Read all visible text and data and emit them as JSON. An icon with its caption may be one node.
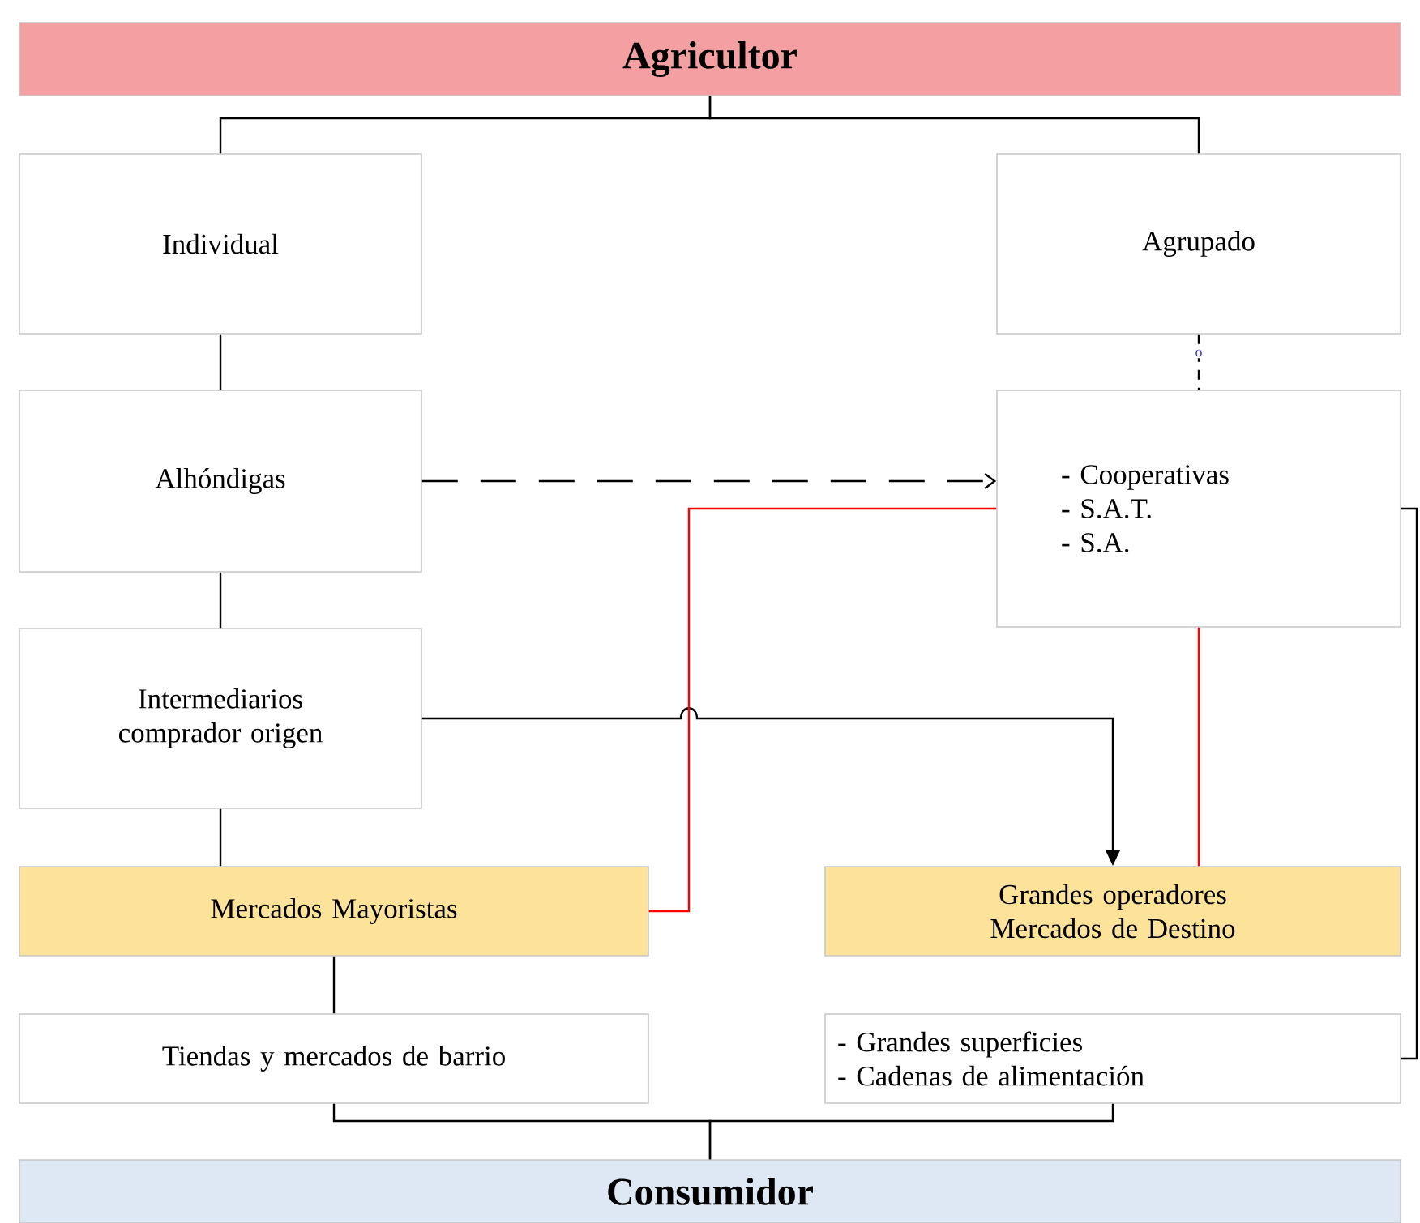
{
  "diagram": {
    "nodes": [
      {
        "text": [
          "Agricultor"
        ]
      },
      {
        "text": [
          "Individual"
        ]
      },
      {
        "text": [
          "Agrupado"
        ]
      },
      {
        "text": [
          "Alhóndigas"
        ]
      },
      {
        "text": [
          "- Cooperativas",
          "- S.A.T.",
          "- S.A."
        ]
      },
      {
        "text": [
          "Intermediarios comprador origen"
        ]
      },
      {
        "text": [
          "Mercados Mayoristas"
        ]
      },
      {
        "text": [
          "Grandes operadores Mercados de Destino"
        ]
      },
      {
        "text": [
          "Tiendas y mercados de barrio"
        ]
      },
      {
        "text": [
          "- Grandes superficies",
          "- Cadenas de alimentación"
        ]
      },
      {
        "text": [
          "Consumidor"
        ]
      }
    ],
    "edges": [
      {
        "from": 0,
        "to": 1,
        "arrow": "none"
      },
      {
        "from": 0,
        "to": 2,
        "arrow": "none"
      },
      {
        "from": 1,
        "to": 3,
        "arrow": "none"
      },
      {
        "from": 3,
        "to": 5,
        "arrow": "none"
      },
      {
        "from": 5,
        "to": 6,
        "arrow": "none"
      },
      {
        "from": 2,
        "to": 4,
        "arrow": "none",
        "style": "dashed",
        "label": "o"
      },
      {
        "from": 3,
        "to": 4,
        "arrow": "to",
        "style": "dashed"
      },
      {
        "from": 5,
        "to": 7,
        "arrow": "to"
      },
      {
        "from": 6,
        "to": 4,
        "arrow": "none",
        "color": "#ff0000"
      },
      {
        "from": 4,
        "to": 7,
        "arrow": "none",
        "color": "#ff0000"
      },
      {
        "from": 4,
        "to": 9,
        "arrow": "none"
      },
      {
        "from": 6,
        "to": 8,
        "arrow": "none"
      },
      {
        "from": 8,
        "to": 10,
        "arrow": "none"
      },
      {
        "from": 9,
        "to": 10,
        "arrow": "none"
      }
    ]
  }
}
